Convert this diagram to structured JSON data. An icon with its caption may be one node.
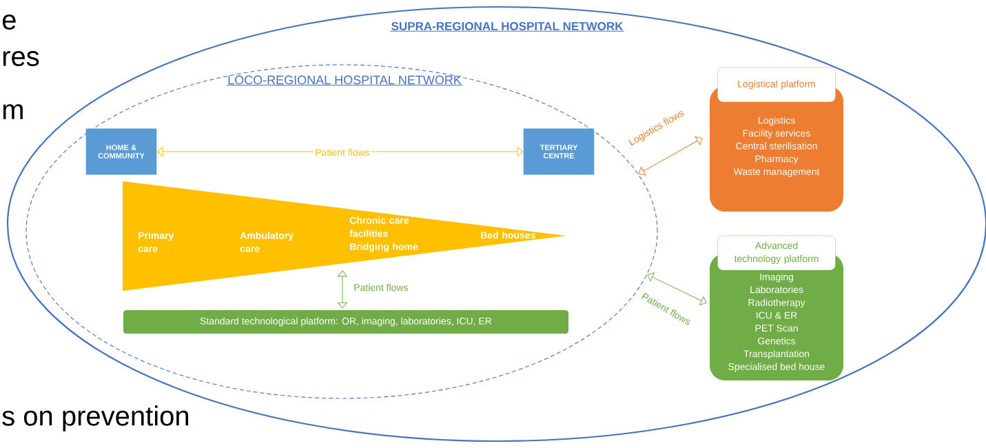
{
  "diagram": {
    "nodes": [
      {
        "text": [
          "SUPRA-REGIONAL HOSPITAL NETWORK"
        ]
      },
      {
        "text": [
          "LOCO-REGIONAL HOSPITAL NETWORK"
        ],
        "in": 0
      },
      {
        "text": [
          "HOME & COMMUNITY"
        ],
        "in": 1
      },
      {
        "text": [
          "TERTIARY CENTRE"
        ],
        "in": 1
      },
      {
        "text": [
          "Primary care",
          "Ambulatory care",
          "Chronic care facilities",
          "Bridging home",
          "Bed houses"
        ],
        "in": 1
      },
      {
        "text": [
          "Standard technological platform: OR, imaging, laboratories, ICU, ER"
        ],
        "in": 1
      },
      {
        "text": [
          "Logistical platform",
          "Logistics",
          "Facility services",
          "Central sterilisation",
          "Pharmacy",
          "Waste management"
        ],
        "in": 0
      },
      {
        "text": [
          "Advanced technology platform",
          "Imaging",
          "Laboratories",
          "Radiotherapy",
          "ICU & ER",
          "PET Scan",
          "Genetics",
          "Transplantation",
          "Specialised bed house"
        ],
        "in": 0
      }
    ],
    "edges": [
      {
        "from": 2,
        "to": 3,
        "arrow": "both",
        "label": "Patient flows",
        "color": "#ffc000"
      },
      {
        "from": 4,
        "to": 5,
        "arrow": "both",
        "label": "Patient flows",
        "color": "#70ad47"
      },
      {
        "from": 1,
        "to": 6,
        "arrow": "both",
        "label": "Logistics flows",
        "color": "#ed7d31"
      },
      {
        "from": 1,
        "to": 7,
        "arrow": "both",
        "label": "Patient flows",
        "color": "#70ad47"
      }
    ],
    "labels": [
      "e",
      "res",
      "m",
      "s on prevention"
    ]
  }
}
